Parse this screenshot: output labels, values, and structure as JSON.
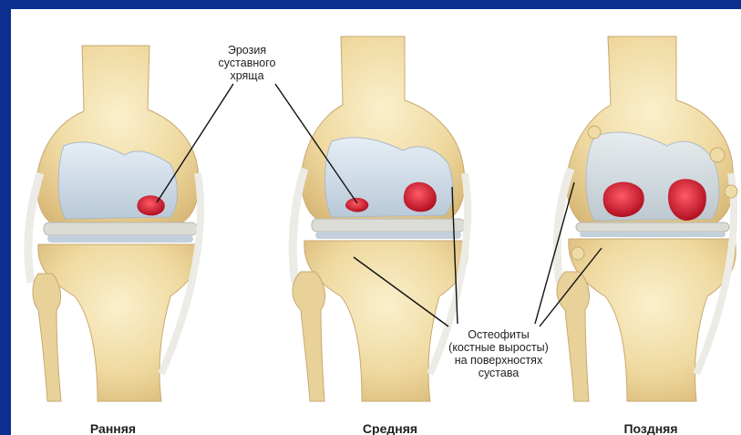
{
  "labels": {
    "erosion": "Эрозия\nсуставного\nхряща",
    "osteophytes": "Остеофиты\n(костные выросты)\nна поверхностях\nсустава"
  },
  "stages": {
    "early": "Ранняя",
    "middle": "Средняя",
    "late": "Поздняя"
  },
  "colors": {
    "border": "#0a2f8f",
    "bone": "#f1dfa8",
    "cartilage": "#c9d7e4",
    "erosion": "#c8152a"
  }
}
